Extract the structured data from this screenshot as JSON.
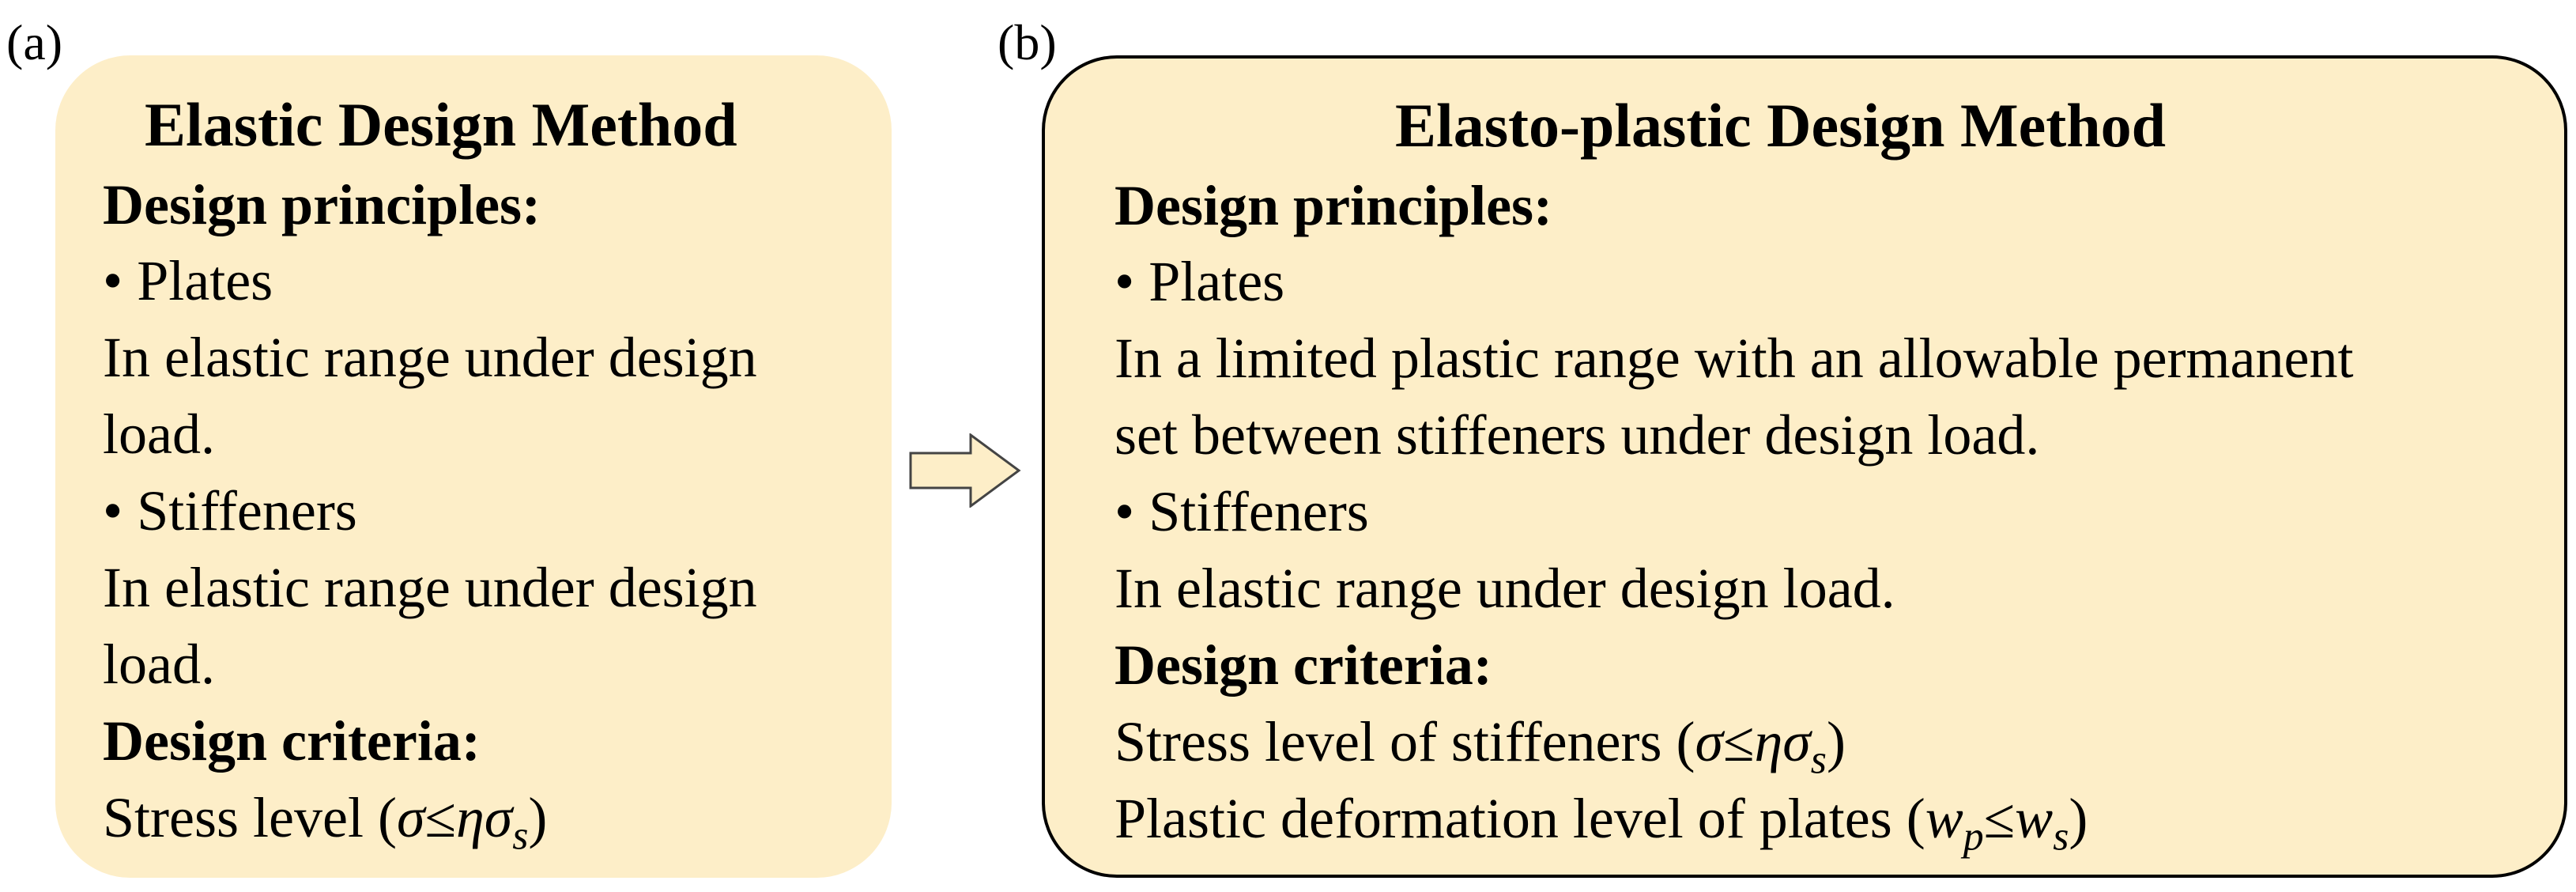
{
  "panel_a": {
    "label": "(a)",
    "title": "Elastic Design Method",
    "principles_heading": "Design principles:",
    "bullet_plates": "• Plates",
    "plates_text_1": "In elastic range under design",
    "plates_text_2": "load.",
    "bullet_stiffeners": "• Stiffeners",
    "stiffeners_text_1": "In elastic range under design",
    "stiffeners_text_2": "load.",
    "criteria_heading": "Design criteria:",
    "criteria_text": "Stress level ",
    "criteria_formula": {
      "open": "(",
      "sigma": "σ",
      "le": "≤",
      "eta_sigma": "ησ",
      "sub": "s",
      "close": ")"
    }
  },
  "panel_b": {
    "label": "(b)",
    "title": "Elasto-plastic Design Method",
    "principles_heading": "Design principles:",
    "bullet_plates": "• Plates",
    "plates_text_1": "In a limited plastic range with an allowable permanent",
    "plates_text_2": "set between stiffeners under design load.",
    "bullet_stiffeners": "• Stiffeners",
    "stiffeners_text": "In elastic range under design load.",
    "criteria_heading": "Design criteria:",
    "criteria_text_1": "Stress level of stiffeners ",
    "criteria_formula_1": {
      "open": "(",
      "sigma": "σ",
      "le": "≤",
      "eta_sigma": "ησ",
      "sub": "s",
      "close": ")"
    },
    "criteria_text_2": "Plastic deformation level of plates ",
    "criteria_formula_2": {
      "open": "(",
      "w1": "w",
      "sub1": "p",
      "le": "≤",
      "w2": "w",
      "sub2": "s",
      "close": ")"
    }
  },
  "arrow_icon": "right-arrow-icon"
}
